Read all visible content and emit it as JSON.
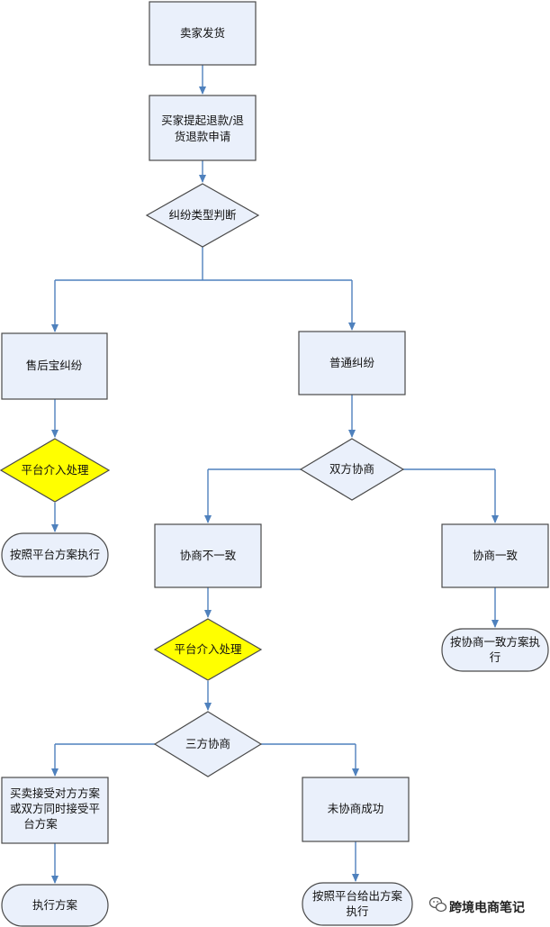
{
  "colors": {
    "box_fill": "#eaf0fb",
    "stroke": "#4a4a4a",
    "arrow": "#4f81bd",
    "diamond_fill": "#eaf0fb",
    "highlight_fill": "#ffff00"
  },
  "nodes": {
    "seller_ship": "卖家发货",
    "buyer_request_line1": "买家提起退款/退",
    "buyer_request_line2": "货退款申请",
    "dispute_type": "纠纷类型判断",
    "after_sales": "售后宝纠纷",
    "normal_dispute": "普通纠纷",
    "platform_intervene_left": "平台介入处理",
    "follow_platform_left": "按照平台方案执行",
    "bilateral": "双方协商",
    "disagree": "协商不一致",
    "agree": "协商一致",
    "follow_agreed_line1": "按协商一致方案执",
    "follow_agreed_line2": "行",
    "platform_intervene_mid": "平台介入处理",
    "trilateral": "三方协商",
    "accept_line1": "买卖接受对方方案",
    "accept_line2": "或双方同时接受平",
    "accept_line3": "台方案",
    "not_agreed": "未协商成功",
    "execute_plan": "执行方案",
    "follow_platform_final_line1": "按照平台给出方案",
    "follow_platform_final_line2": "执行"
  },
  "watermark": {
    "text": "跨境电商笔记",
    "icon": "wechat-icon"
  }
}
